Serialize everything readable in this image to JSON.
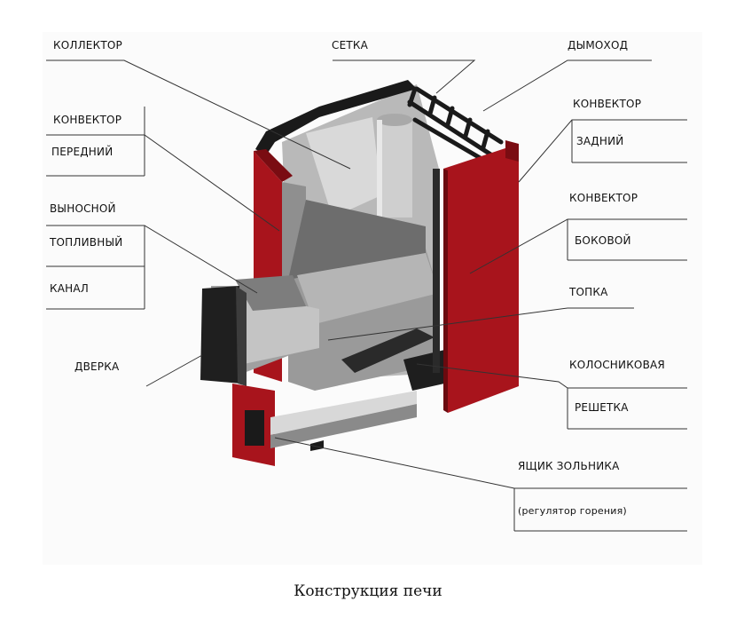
{
  "labels": {
    "kollektor": "КОЛЛЕКТОР",
    "setka": "СЕТКА",
    "dymokhod": "ДЫМОХОД",
    "konvektor_perednij_1": "КОНВЕКТОР",
    "konvektor_perednij_2": "ПЕРЕДНИЙ",
    "konvektor_zadnij_1": "КОНВЕКТОР",
    "konvektor_zadnij_2": "ЗАДНИЙ",
    "vynosnoj_1": "ВЫНОСНОЙ",
    "vynosnoj_2": "ТОПЛИВНЫЙ",
    "vynosnoj_3": "КАНАЛ",
    "konvektor_bokovoj_1": "КОНВЕКТОР",
    "konvektor_bokovoj_2": "БОКОВОЙ",
    "topka": "ТОПКА",
    "dverka": "ДВЕРКА",
    "reshetka_1": "КОЛОСНИКОВАЯ",
    "reshetka_2": "РЕШЕТКА",
    "zolnik_1": "ЯЩИК ЗОЛЬНИКА",
    "zolnik_2": "(регулятор горения)"
  },
  "caption": "Конструкция печи",
  "colors": {
    "body_red": "#a8141c",
    "metal_light": "#c8c8c8",
    "metal_mid": "#9a9a9a",
    "metal_dark": "#5a5a5a",
    "frame_black": "#1a1a1a"
  }
}
